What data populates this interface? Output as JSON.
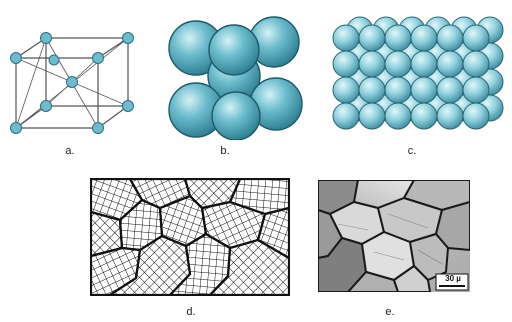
{
  "figure": {
    "panels": [
      {
        "id": "a",
        "label": "a.",
        "depicts": "unit-cell-lattice"
      },
      {
        "id": "b",
        "label": "b.",
        "depicts": "packed-atom-spheres"
      },
      {
        "id": "c",
        "label": "c.",
        "depicts": "crystal-lattice-of-spheres"
      },
      {
        "id": "d",
        "label": "d.",
        "depicts": "polycrystalline-grain-drawing"
      },
      {
        "id": "e",
        "label": "e.",
        "depicts": "grain-micrograph"
      }
    ],
    "scale_bar_text": "30 µ",
    "colors": {
      "atom": "#6bbccc",
      "atom_dark": "#3e8fa2",
      "atom_light": "#cdeef3",
      "line": "#555555"
    }
  }
}
